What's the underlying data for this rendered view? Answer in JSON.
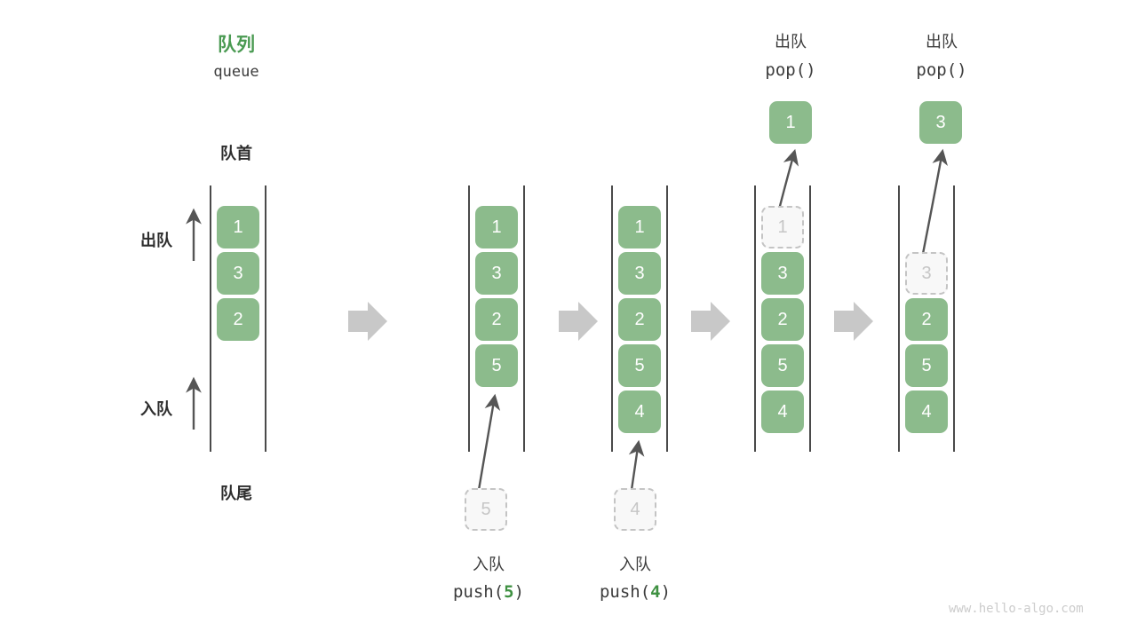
{
  "meta": {
    "watermark": "www.hello-algo.com",
    "colors": {
      "green": "#8cbb8c",
      "green_text": "#4a9a52",
      "ghost_border": "#c4c4c4",
      "ghost_fill": "#f8f8f8",
      "rail": "#4a4a4a",
      "arrow_gray": "#c8c8c8",
      "thin_arrow": "#555555"
    }
  },
  "header": {
    "title_cn": "队列",
    "title_en": "queue",
    "front_label": "队首",
    "rear_label": "队尾"
  },
  "side_labels": {
    "dequeue": "出队",
    "enqueue": "入队"
  },
  "chart_data": {
    "type": "diagram",
    "title": "队列 queue",
    "columns": [
      {
        "id": "initial",
        "caption_cn": "",
        "caption_code": "",
        "cells": [
          {
            "value": "1",
            "state": "filled",
            "row": 0
          },
          {
            "value": "3",
            "state": "filled",
            "row": 1
          },
          {
            "value": "2",
            "state": "filled",
            "row": 2
          }
        ]
      },
      {
        "id": "push-5",
        "caption_cn": "入队",
        "caption_code_prefix": "push(",
        "caption_code_value": "5",
        "caption_code_suffix": ")",
        "incoming_value": "5",
        "cells": [
          {
            "value": "1",
            "state": "filled",
            "row": 0
          },
          {
            "value": "3",
            "state": "filled",
            "row": 1
          },
          {
            "value": "2",
            "state": "filled",
            "row": 2
          },
          {
            "value": "5",
            "state": "filled",
            "row": 3
          }
        ]
      },
      {
        "id": "push-4",
        "caption_cn": "入队",
        "caption_code_prefix": "push(",
        "caption_code_value": "4",
        "caption_code_suffix": ")",
        "incoming_value": "4",
        "cells": [
          {
            "value": "1",
            "state": "filled",
            "row": 0
          },
          {
            "value": "3",
            "state": "filled",
            "row": 1
          },
          {
            "value": "2",
            "state": "filled",
            "row": 2
          },
          {
            "value": "5",
            "state": "filled",
            "row": 3
          },
          {
            "value": "4",
            "state": "filled",
            "row": 4
          }
        ]
      },
      {
        "id": "pop-1",
        "top_cn": "出队",
        "top_code": "pop()",
        "popped_value": "1",
        "cells": [
          {
            "value": "1",
            "state": "ghost",
            "row": 0
          },
          {
            "value": "3",
            "state": "filled",
            "row": 1
          },
          {
            "value": "2",
            "state": "filled",
            "row": 2
          },
          {
            "value": "5",
            "state": "filled",
            "row": 3
          },
          {
            "value": "4",
            "state": "filled",
            "row": 4
          }
        ]
      },
      {
        "id": "pop-3",
        "top_cn": "出队",
        "top_code": "pop()",
        "popped_value": "3",
        "cells": [
          {
            "value": "3",
            "state": "ghost",
            "row": 1
          },
          {
            "value": "2",
            "state": "filled",
            "row": 2
          },
          {
            "value": "5",
            "state": "filled",
            "row": 3
          },
          {
            "value": "4",
            "state": "filled",
            "row": 4
          }
        ]
      }
    ]
  },
  "cells": {
    "c1_r0": "1",
    "c1_r1": "3",
    "c1_r2": "2",
    "c2_r0": "1",
    "c2_r1": "3",
    "c2_r2": "2",
    "c2_r3": "5",
    "c3_r0": "1",
    "c3_r1": "3",
    "c3_r2": "2",
    "c3_r3": "5",
    "c3_r4": "4",
    "c4_r0": "1",
    "c4_r1": "3",
    "c4_r2": "2",
    "c4_r3": "5",
    "c4_r4": "4",
    "c5_r1": "3",
    "c5_r2": "2",
    "c5_r3": "5",
    "c5_r4": "4",
    "incoming_2": "5",
    "incoming_3": "4",
    "popped_4": "1",
    "popped_5": "3"
  },
  "captions": {
    "push5_cn": "入队",
    "push5_prefix": "push(",
    "push5_value": "5",
    "push5_suffix": ")",
    "push4_cn": "入队",
    "push4_prefix": "push(",
    "push4_value": "4",
    "push4_suffix": ")",
    "pop1_cn": "出队",
    "pop1_code": "pop()",
    "pop2_cn": "出队",
    "pop2_code": "pop()"
  }
}
